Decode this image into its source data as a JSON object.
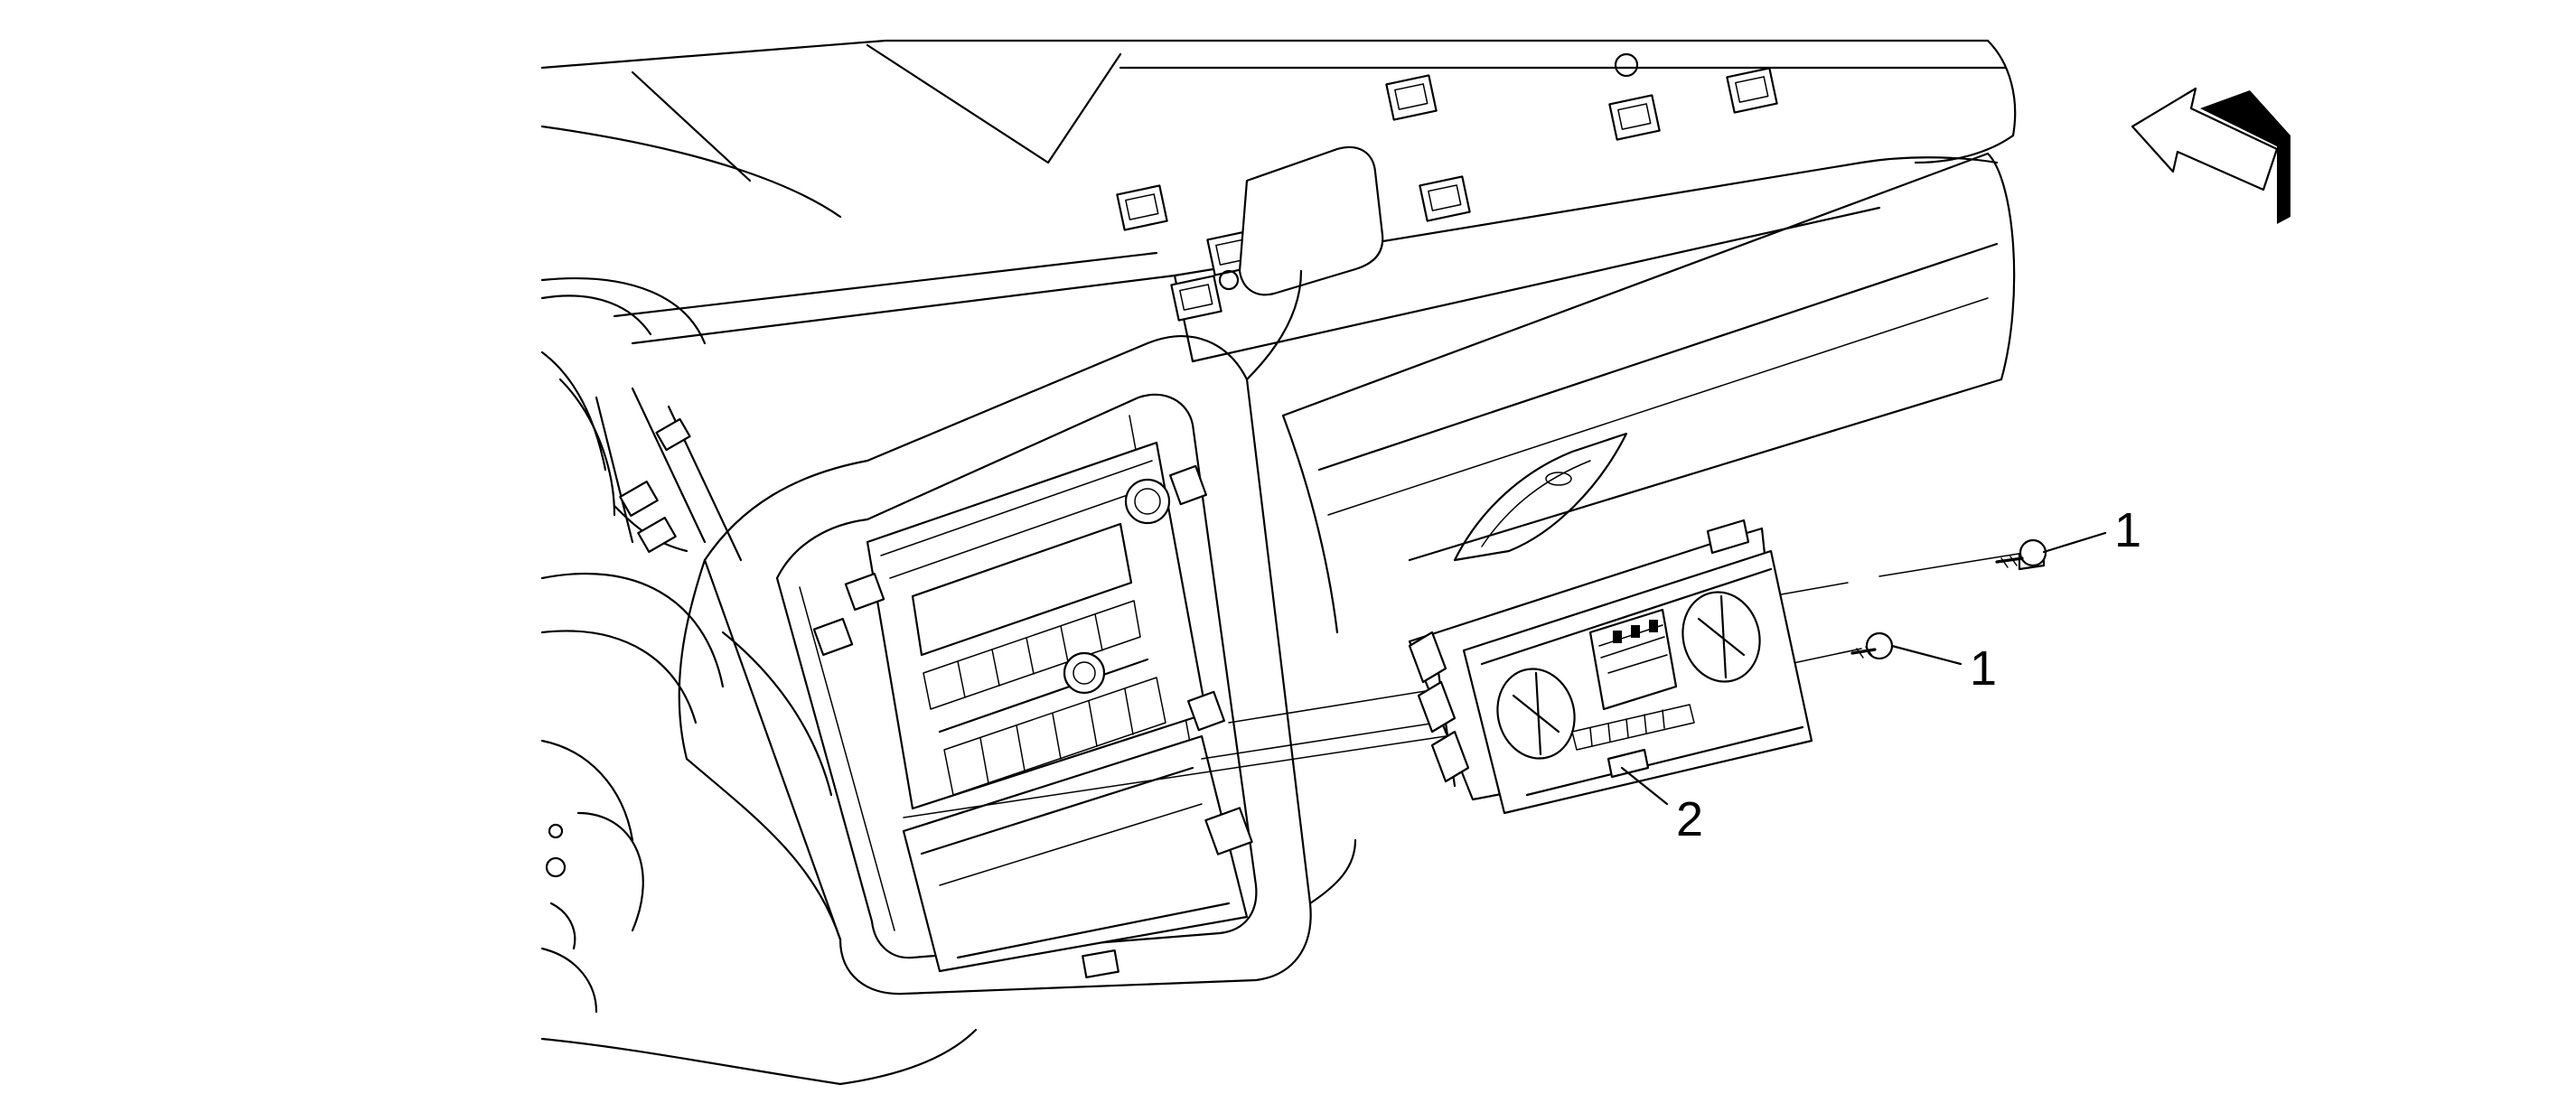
{
  "callouts": [
    {
      "id": "screw-upper",
      "label": "1"
    },
    {
      "id": "screw-lower",
      "label": "1"
    },
    {
      "id": "control-module",
      "label": "2"
    }
  ],
  "view_arrow_icon": "direction-of-view-arrow",
  "colors": {
    "line": "#000000",
    "background": "#ffffff"
  }
}
